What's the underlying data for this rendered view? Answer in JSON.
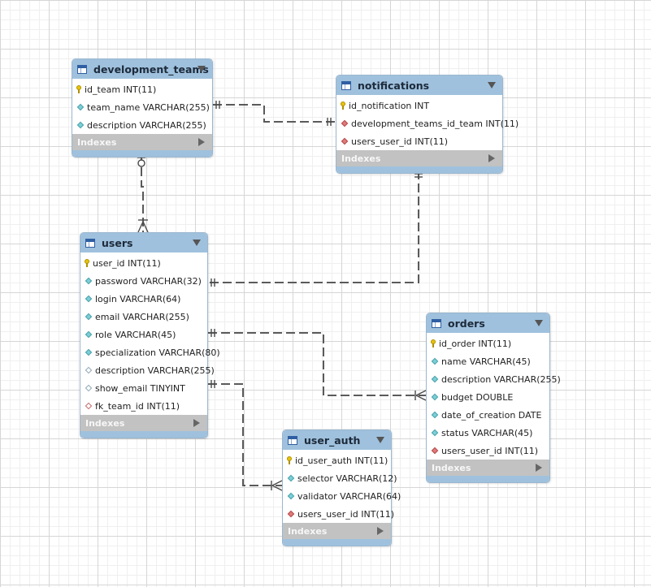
{
  "colors": {
    "header": "#9fc1dd",
    "indexes_bar": "#c2c2c2",
    "primary_key": "#e8c400",
    "attribute": "#7ccfd6",
    "foreign_key": "#e07a7a",
    "connector": "#5a5a5a"
  },
  "icons": {
    "table": "table-icon",
    "header_menu": "triangle-down-icon",
    "indexes_expand": "triangle-right-icon",
    "primary_key": "key-icon",
    "attribute": "diamond-icon",
    "foreign_key": "red-diamond-icon"
  },
  "tables": {
    "development_teams": {
      "name": "development_teams",
      "indexes_label": "Indexes",
      "columns": [
        {
          "text": "id_team INT(11)",
          "kind": "pk"
        },
        {
          "text": "team_name VARCHAR(255)",
          "kind": "attr"
        },
        {
          "text": "description VARCHAR(255)",
          "kind": "attr"
        }
      ]
    },
    "notifications": {
      "name": "notifications",
      "indexes_label": "Indexes",
      "columns": [
        {
          "text": "id_notification INT",
          "kind": "pk"
        },
        {
          "text": "development_teams_id_team INT(11)",
          "kind": "fk"
        },
        {
          "text": "users_user_id INT(11)",
          "kind": "fk"
        }
      ]
    },
    "users": {
      "name": "users",
      "indexes_label": "Indexes",
      "columns": [
        {
          "text": "user_id INT(11)",
          "kind": "pk"
        },
        {
          "text": "password VARCHAR(32)",
          "kind": "attr"
        },
        {
          "text": "login VARCHAR(64)",
          "kind": "attr"
        },
        {
          "text": "email VARCHAR(255)",
          "kind": "attr"
        },
        {
          "text": "role VARCHAR(45)",
          "kind": "attr"
        },
        {
          "text": "specialization VARCHAR(80)",
          "kind": "attr"
        },
        {
          "text": "description VARCHAR(255)",
          "kind": "null"
        },
        {
          "text": "show_email TINYINT",
          "kind": "null"
        },
        {
          "text": "fk_team_id INT(11)",
          "kind": "null-fk"
        }
      ]
    },
    "orders": {
      "name": "orders",
      "indexes_label": "Indexes",
      "columns": [
        {
          "text": "id_order INT(11)",
          "kind": "pk"
        },
        {
          "text": "name VARCHAR(45)",
          "kind": "attr"
        },
        {
          "text": "description VARCHAR(255)",
          "kind": "attr"
        },
        {
          "text": "budget DOUBLE",
          "kind": "attr"
        },
        {
          "text": "date_of_creation DATE",
          "kind": "attr"
        },
        {
          "text": "status VARCHAR(45)",
          "kind": "attr"
        },
        {
          "text": "users_user_id INT(11)",
          "kind": "fk"
        }
      ]
    },
    "user_auth": {
      "name": "user_auth",
      "indexes_label": "Indexes",
      "columns": [
        {
          "text": "id_user_auth INT(11)",
          "kind": "pk"
        },
        {
          "text": "selector VARCHAR(12)",
          "kind": "attr"
        },
        {
          "text": "validator VARCHAR(64)",
          "kind": "attr"
        },
        {
          "text": "users_user_id INT(11)",
          "kind": "fk"
        }
      ]
    }
  },
  "relationships": [
    {
      "from": "development_teams",
      "to": "notifications",
      "cardinality": "one-to-one"
    },
    {
      "from": "development_teams",
      "to": "users",
      "cardinality": "zero-or-one-to-many"
    },
    {
      "from": "notifications",
      "to": "users",
      "cardinality": "one-to-one"
    },
    {
      "from": "users",
      "to": "orders",
      "cardinality": "one-to-many"
    },
    {
      "from": "users",
      "to": "user_auth",
      "cardinality": "one-to-many"
    }
  ]
}
